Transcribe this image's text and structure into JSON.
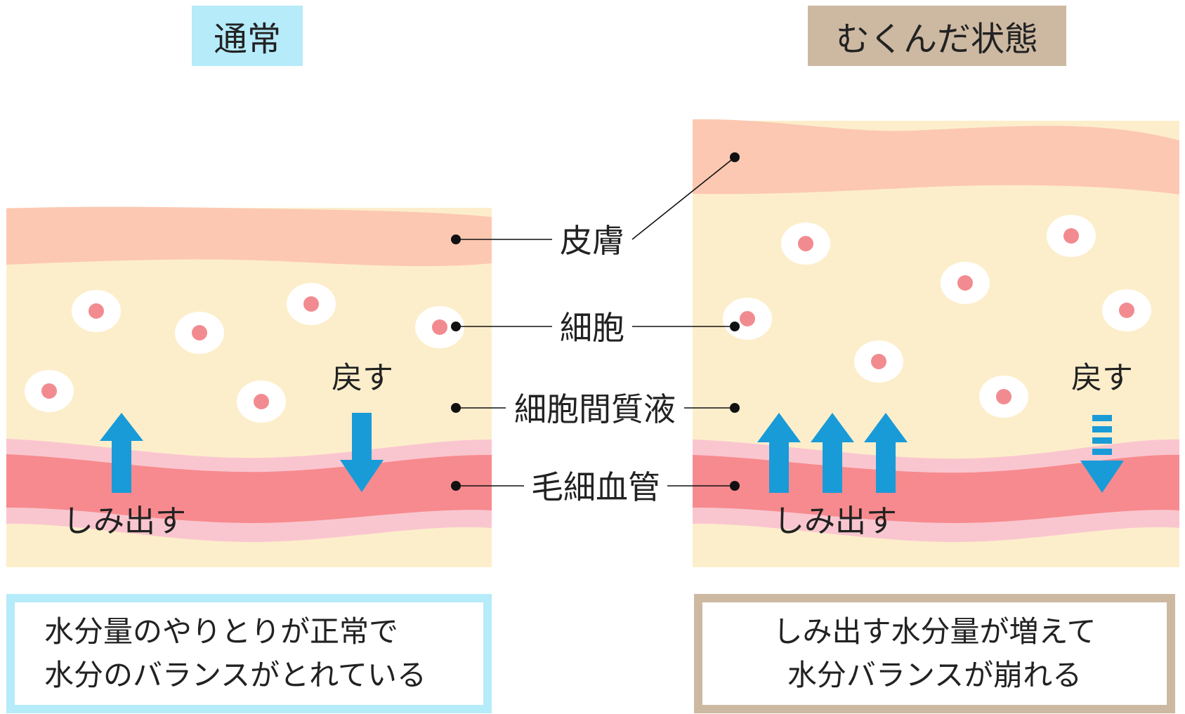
{
  "titles": {
    "normal": "通常",
    "swollen": "むくんだ状態"
  },
  "labels": {
    "skin": "皮膚",
    "cell": "細胞",
    "interstitial": "細胞間質液",
    "capillary": "毛細血管"
  },
  "normal_panel": {
    "seep_label": "しみ出す",
    "return_label": "戻す",
    "note_line1": "水分量のやりとりが正常で",
    "note_line2": "水分のバランスがとれている"
  },
  "swollen_panel": {
    "seep_label": "しみ出す",
    "return_label": "戻す",
    "note_line1": "しみ出す水分量が増えて",
    "note_line2": "水分バランスが崩れる"
  },
  "colors": {
    "normal_accent": "#B6EBFA",
    "swollen_accent": "#CDB9A2",
    "skin": "#FCC8B2",
    "tissue": "#FDEECB",
    "cell_halo": "#FFFFFF",
    "cell_nucleus": "#F28B90",
    "vessel_outer": "#F9C6CF",
    "vessel_inner": "#F78A8E",
    "arrow": "#199BD8"
  }
}
